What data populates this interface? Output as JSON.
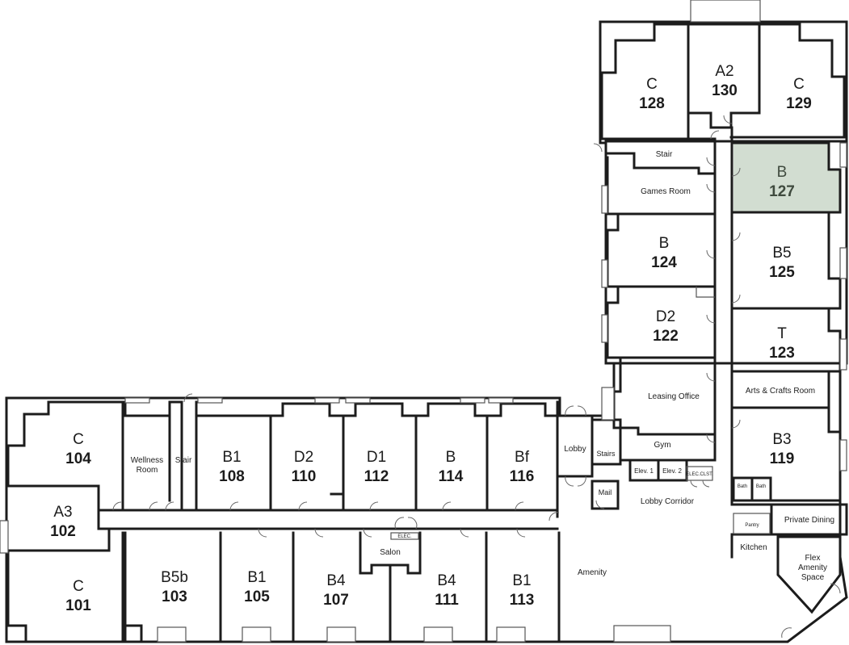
{
  "units": [
    {
      "type": "C",
      "number": "128"
    },
    {
      "type": "A2",
      "number": "130"
    },
    {
      "type": "C",
      "number": "129"
    },
    {
      "type": "B",
      "number": "127"
    },
    {
      "type": "B",
      "number": "124"
    },
    {
      "type": "B5",
      "number": "125"
    },
    {
      "type": "D2",
      "number": "122"
    },
    {
      "type": "T",
      "number": "123"
    },
    {
      "type": "B3",
      "number": "119"
    },
    {
      "type": "C",
      "number": "104"
    },
    {
      "type": "B1",
      "number": "108"
    },
    {
      "type": "D2",
      "number": "110"
    },
    {
      "type": "D1",
      "number": "112"
    },
    {
      "type": "B",
      "number": "114"
    },
    {
      "type": "Bf",
      "number": "116"
    },
    {
      "type": "A3",
      "number": "102"
    },
    {
      "type": "C",
      "number": "101"
    },
    {
      "type": "B5b",
      "number": "103"
    },
    {
      "type": "B1",
      "number": "105"
    },
    {
      "type": "B4",
      "number": "107"
    },
    {
      "type": "B4",
      "number": "111"
    },
    {
      "type": "B1",
      "number": "113"
    }
  ],
  "rooms": {
    "stair_north": "Stair",
    "games_room": "Games Room",
    "leasing_office": "Leasing Office",
    "arts_crafts": "Arts & Crafts Room",
    "gym": "Gym",
    "lobby": "Lobby",
    "stairs": "Stairs",
    "elev1": "Elev. 1",
    "elev2": "Elev. 2",
    "elec_clst": "ELEC.CLST.",
    "mail": "Mail",
    "lobby_corridor": "Lobby Corridor",
    "bath1": "Bath",
    "bath2": "Bath",
    "pantry": "Pantry",
    "private_dining": "Private Dining",
    "kitchen": "Kitchen",
    "flex_line1": "Flex",
    "flex_line2": "Amenity",
    "flex_line3": "Space",
    "wellness_line1": "Wellness",
    "wellness_line2": "Room",
    "stair_west": "Stair",
    "elec_small": "ELEC.",
    "salon": "Salon",
    "amenity": "Amenity"
  },
  "colors": {
    "highlight_fill": "#d2ddd1",
    "highlight_text": "#3f4a3e",
    "wall": "#1c1c1c"
  }
}
